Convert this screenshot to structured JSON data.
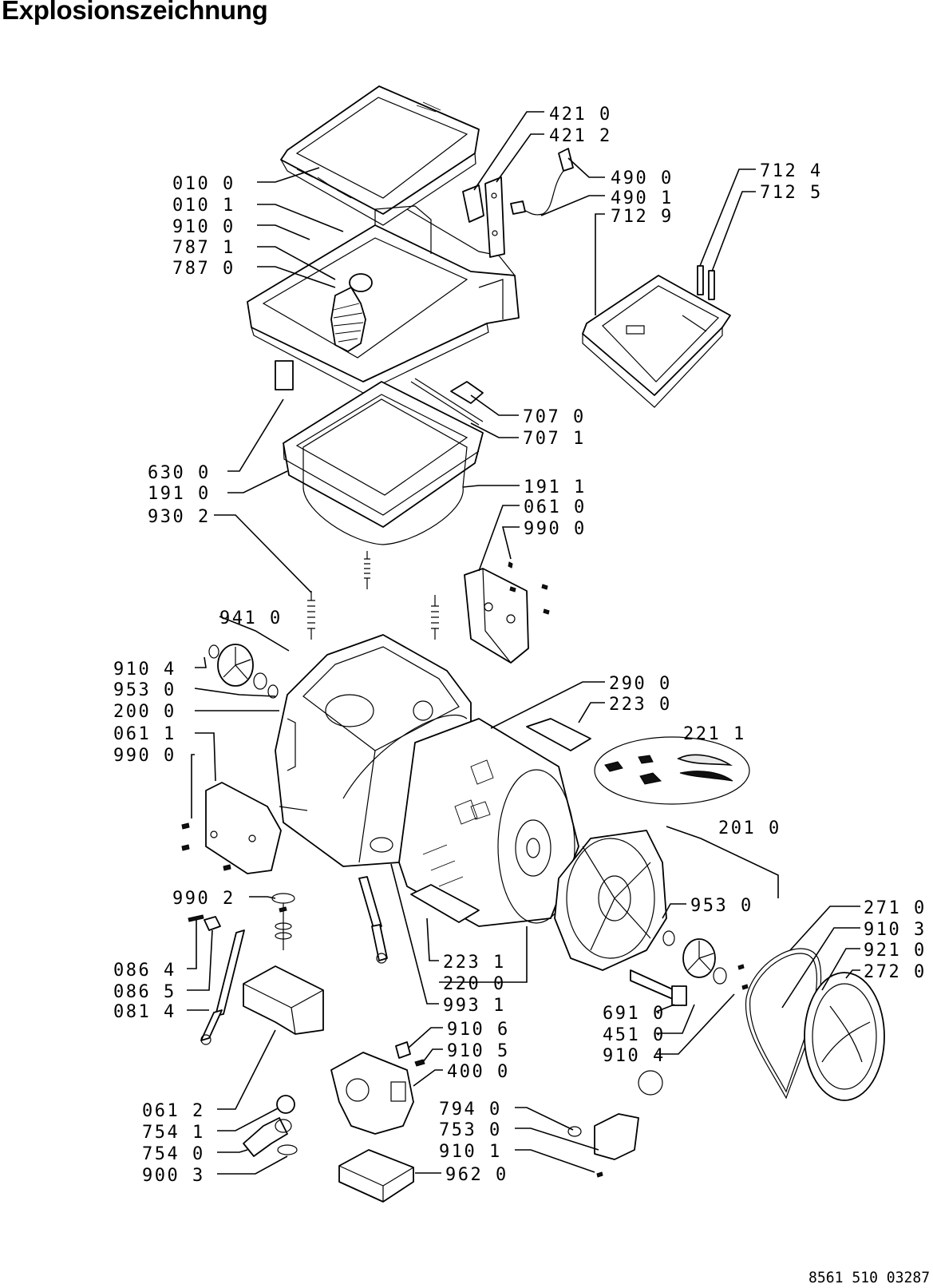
{
  "title": "Explosionszeichnung",
  "document_number": "8561 510 03287",
  "part_labels": [
    "421 0",
    "421 2",
    "490 0",
    "490 1",
    "712 4",
    "712 5",
    "712 9",
    "010 0",
    "010 1",
    "910 0",
    "787 1",
    "787 0",
    "707 0",
    "707 1",
    "630 0",
    "191 0",
    "191 1",
    "061 0",
    "990 0",
    "930 2",
    "941 0",
    "910 4",
    "953 0",
    "200 0",
    "061 1",
    "990 0",
    "290 0",
    "223 0",
    "221 1",
    "201 0",
    "990 2",
    "086 4",
    "086 5",
    "081 4",
    "953 0",
    "271 0",
    "910 3",
    "921 0",
    "272 0",
    "223 1",
    "220 0",
    "993 1",
    "910 6",
    "910 5",
    "400 0",
    "691 0",
    "451 0",
    "910 4",
    "061 2",
    "754 1",
    "754 0",
    "900 3",
    "794 0",
    "753 0",
    "910 1",
    "962 0"
  ]
}
